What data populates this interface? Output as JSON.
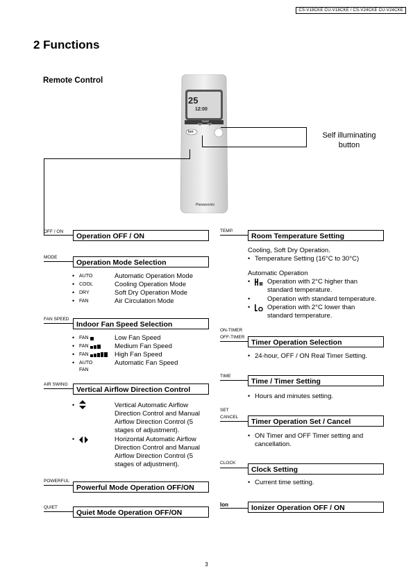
{
  "header": {
    "code": "CS-V18CKE CU-V18CKE / CS-V24CKE CU-V24CKE"
  },
  "title": "2 Functions",
  "subtitle": "Remote Control",
  "remote": {
    "display_number": "25",
    "display_time": "12:00",
    "temp_label": "TEMP",
    "ion_label": "Ion",
    "brand": "Panasonic"
  },
  "callout": {
    "line1": "Self illuminating",
    "line2": "button"
  },
  "left": {
    "offon": {
      "label": "OFF / ON",
      "box": "Operation OFF / ON"
    },
    "mode": {
      "label": "MODE",
      "box": "Operation Mode Selection",
      "items": [
        {
          "key": "AUTO",
          "desc": "Automatic Operation Mode"
        },
        {
          "key": "COOL",
          "desc": "Cooling Operation Mode"
        },
        {
          "key": "DRY",
          "desc": "Soft Dry Operation Mode"
        },
        {
          "key": "FAN",
          "desc": "Air Circulation Mode"
        }
      ]
    },
    "fan": {
      "label": "FAN SPEED",
      "box": "Indoor Fan Speed Selection",
      "items": [
        {
          "key": "FAN",
          "desc": "Low Fan Speed"
        },
        {
          "key": "FAN",
          "desc": "Medium Fan Speed"
        },
        {
          "key": "FAN",
          "desc": "High Fan Speed"
        },
        {
          "key": "AUTO",
          "key2": "FAN",
          "desc": "Automatic Fan Speed"
        }
      ]
    },
    "swing": {
      "label": "AIR SWING",
      "box": "Vertical Airflow Direction Control",
      "vertical": [
        "Vertical Automatic Airflow",
        "Direction Control and Manual",
        "Airflow Direction Control (5",
        "stages of adjustment)."
      ],
      "horizontal": [
        "Horizontal Automatic Airflow",
        "Direction Control and Manual",
        "Airflow Direction Control (5",
        "stages of adjustment)."
      ]
    },
    "powerful": {
      "label": "POWERFUL",
      "box": "Powerful Mode Operation OFF/ON"
    },
    "quiet": {
      "label": "QUIET",
      "box": "Quiet Mode Operation OFF/ON"
    }
  },
  "right": {
    "temp": {
      "label": "TEMP.",
      "box": "Room Temperature Setting",
      "line1": "Cooling, Soft Dry Operation.",
      "line2": "Temperature Setting (16°C to 30°C)",
      "auto_title": "Automatic Operation",
      "hi_lines": [
        "Operation with 2°C higher than",
        "standard temperature."
      ],
      "std_line": "Operation with standard temperature.",
      "lo_lines": [
        "Operation with 2°C lower than",
        "standard temperature."
      ]
    },
    "timer": {
      "label1": "ON-TIMER",
      "label2": "OFF-TIMER",
      "box": "Timer Operation Selection",
      "desc": "24-hour, OFF / ON Real Timer Setting."
    },
    "time": {
      "label": "TIME",
      "box": "Time / Timer Setting",
      "desc": "Hours and minutes setting."
    },
    "set": {
      "label1": "SET",
      "label2": "CANCEL",
      "box": "Timer Operation Set / Cancel",
      "desc1": "ON Timer and OFF Timer setting and",
      "desc2": "cancellation."
    },
    "clock": {
      "label": "CLOCK",
      "box": "Clock Setting",
      "desc": "Current time setting."
    },
    "ion": {
      "label": "Ion",
      "box": "Ionizer Operation OFF / ON"
    }
  },
  "page_number": "3"
}
